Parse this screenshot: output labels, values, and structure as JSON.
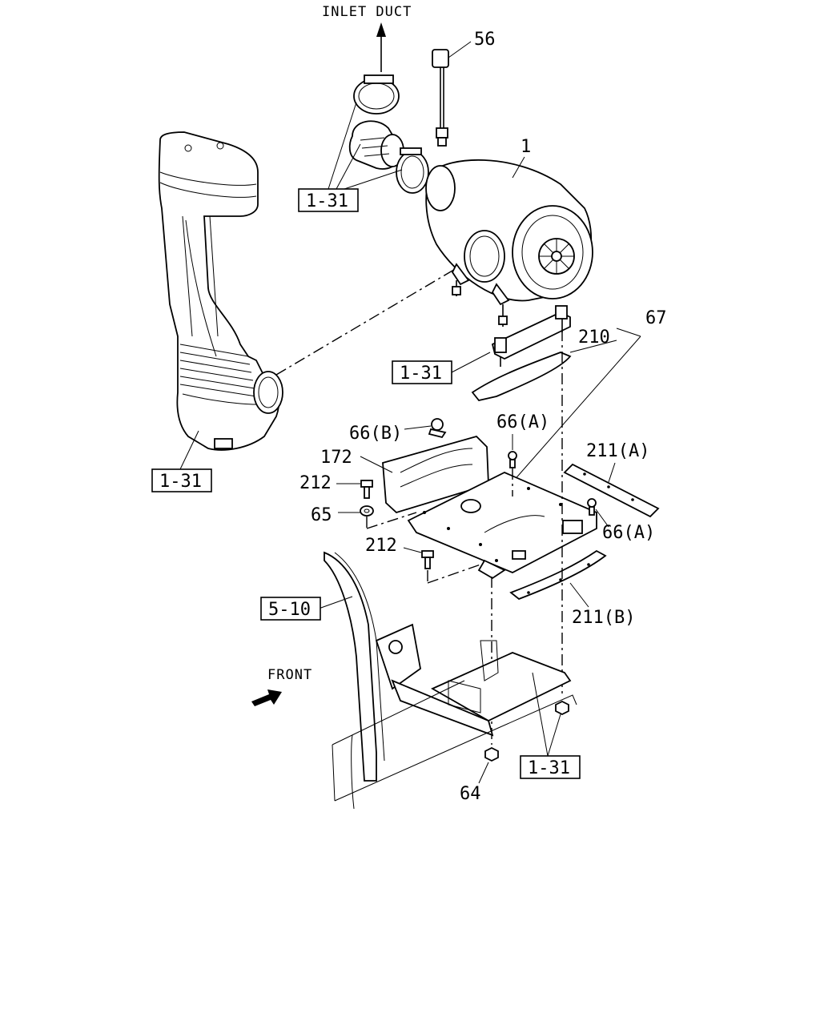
{
  "labels": {
    "inlet_duct": "INLET DUCT",
    "front": "FRONT",
    "p56": "56",
    "p1": "1",
    "p67": "67",
    "p210": "210",
    "p66b": "66(B)",
    "p66a_top": "66(A)",
    "p66a_right": "66(A)",
    "p172": "172",
    "p212_top": "212",
    "p212_bottom": "212",
    "p65": "65",
    "p211a": "211(A)",
    "p211b": "211(B)",
    "p64": "64"
  },
  "refs": {
    "r_top_left": "1-31",
    "r_mid": "1-31",
    "r_left": "1-31",
    "r_bottom": "1-31",
    "r_frame": "5-10"
  }
}
